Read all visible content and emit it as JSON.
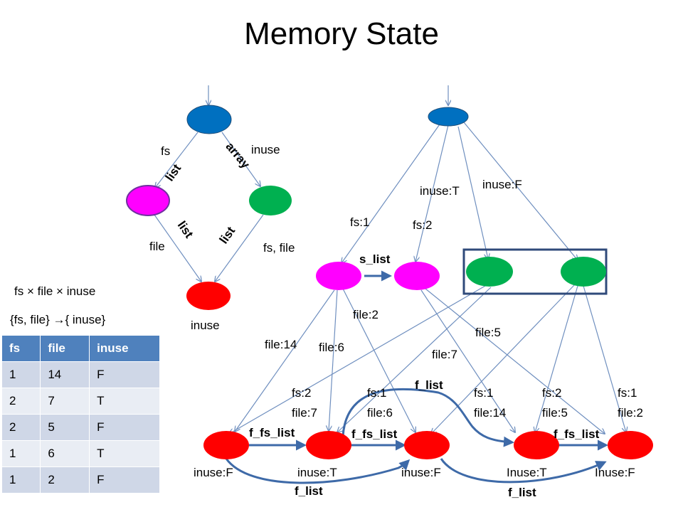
{
  "title": "Memory State",
  "left_graph": {
    "edge_fs": "fs",
    "edge_fs_type": "list",
    "edge_inuse": "inuse",
    "edge_inuse_type": "array",
    "edge_file": "file",
    "edge_file_type": "list",
    "edge_fsfile": "fs, file",
    "edge_fsfile_type": "list",
    "bottom_label": "inuse",
    "colors": {
      "root": "#0070c0",
      "fs_node": "#ff00ff",
      "inuse_node": "#00b050",
      "leaf": "#ff0000"
    }
  },
  "relation": {
    "product": "fs × file × inuse",
    "dependency": "{fs, file} →{ inuse}"
  },
  "table": {
    "headers": [
      "fs",
      "file",
      "inuse"
    ],
    "rows": [
      [
        "1",
        "14",
        "F"
      ],
      [
        "2",
        "7",
        "T"
      ],
      [
        "2",
        "5",
        "F"
      ],
      [
        "1",
        "6",
        "T"
      ],
      [
        "1",
        "2",
        "F"
      ]
    ]
  },
  "right_graph": {
    "edge_labels": {
      "fs1": "fs:1",
      "fs2": "fs:2",
      "inuseT": "inuse:T",
      "inuseF": "inuse:F",
      "s_list": "s_list",
      "file2": "file:2",
      "file14": "file:14",
      "file6": "file:6",
      "file5": "file:5",
      "file7": "file:7"
    },
    "leaves": [
      {
        "fs": "fs:2",
        "file": "file:7",
        "inuse": "inuse:F"
      },
      {
        "fs": "fs:1",
        "file": "file:6",
        "inuse": "inuse:T"
      },
      {
        "fs": "",
        "file": "",
        "inuse": "inuse:F"
      },
      {
        "fs": "fs:1",
        "file": "file:14",
        "inuse": "Inuse:T"
      },
      {
        "fs": "fs:2",
        "file": "file:5",
        "inuse": "Inuse:F"
      },
      {
        "fs": "fs:1",
        "file": "file:2",
        "inuse": ""
      }
    ],
    "list_labels": {
      "f_list_top": "f_list",
      "f_fs_list_1": "f_fs_list",
      "f_fs_list_2": "f_fs_list",
      "f_fs_list_3": "f_fs_list",
      "f_list_bottom_1": "f_list",
      "f_list_bottom_2": "f_list"
    }
  }
}
